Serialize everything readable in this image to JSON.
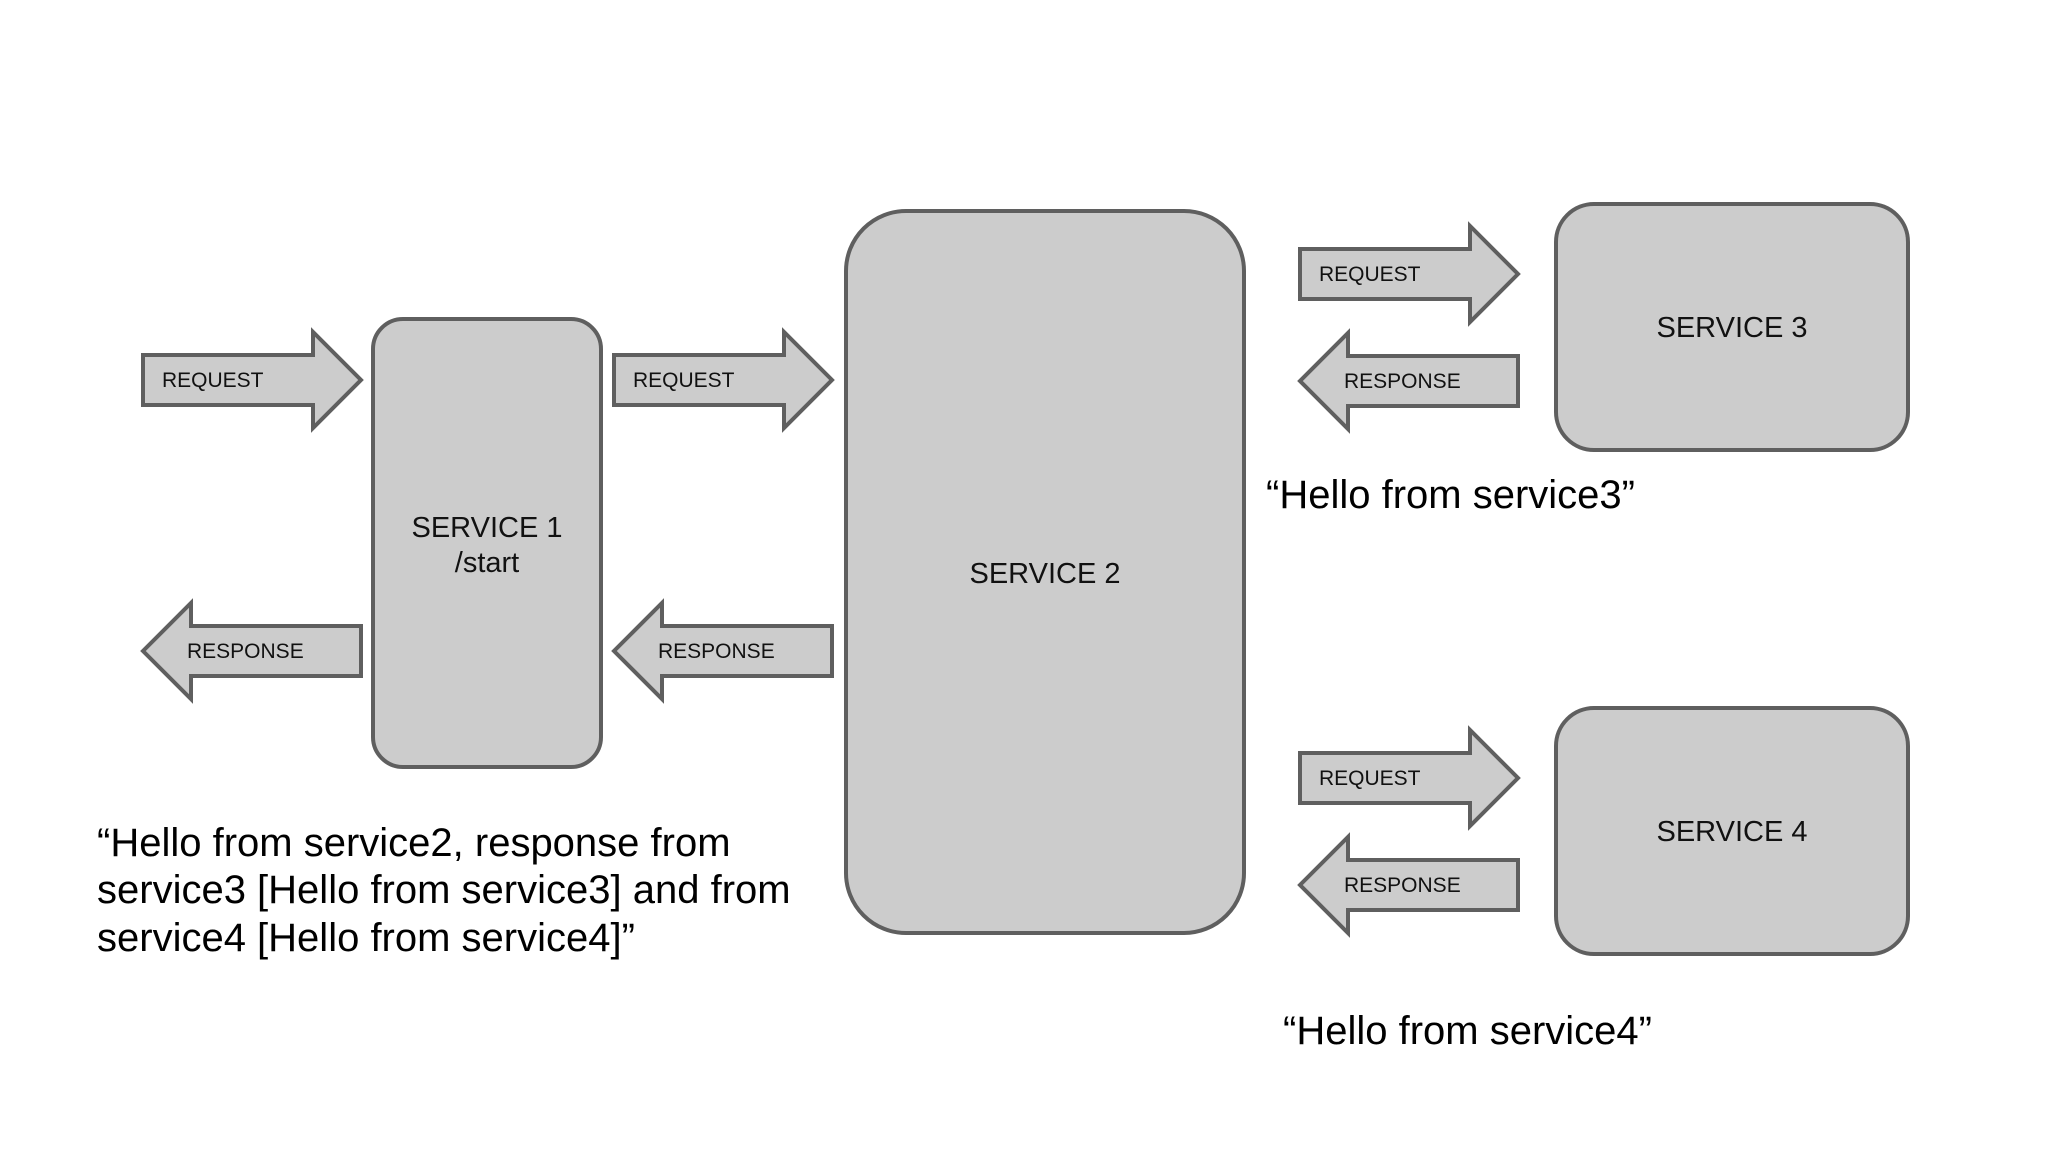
{
  "services": {
    "service1": {
      "title": "SERVICE 1",
      "subtitle": "/start"
    },
    "service2": {
      "title": "SERVICE 2"
    },
    "service3": {
      "title": "SERVICE 3"
    },
    "service4": {
      "title": "SERVICE 4"
    }
  },
  "arrows": {
    "request_label": "REQUEST",
    "response_label": "RESPONSE"
  },
  "notes": {
    "service1_response": [
      "“Hello from service2, response from",
      "service3 [Hello from service3] and from",
      "service4 [Hello from service4]”"
    ],
    "service3_response": "“Hello from service3”",
    "service4_response": "“Hello from service4”"
  },
  "colors": {
    "box_fill": "#cccccc",
    "box_stroke": "#5f5f5f"
  }
}
